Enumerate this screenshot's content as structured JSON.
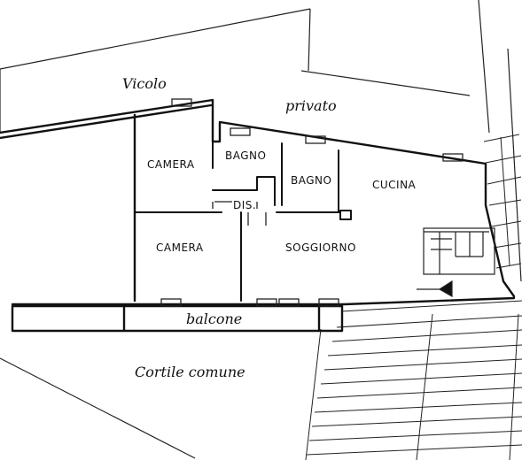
{
  "labels": {
    "vicolo": "Vicolo",
    "privato": "privato",
    "camera_top": "CAMERA",
    "bagno_small": "BAGNO",
    "bagno_right": "BAGNO",
    "cucina": "CUCINA",
    "dis": "DIS.",
    "camera_bottom": "CAMERA",
    "soggiorno": "SOGGIORNO",
    "balcone": "balcone",
    "cortile": "Cortile comune"
  }
}
